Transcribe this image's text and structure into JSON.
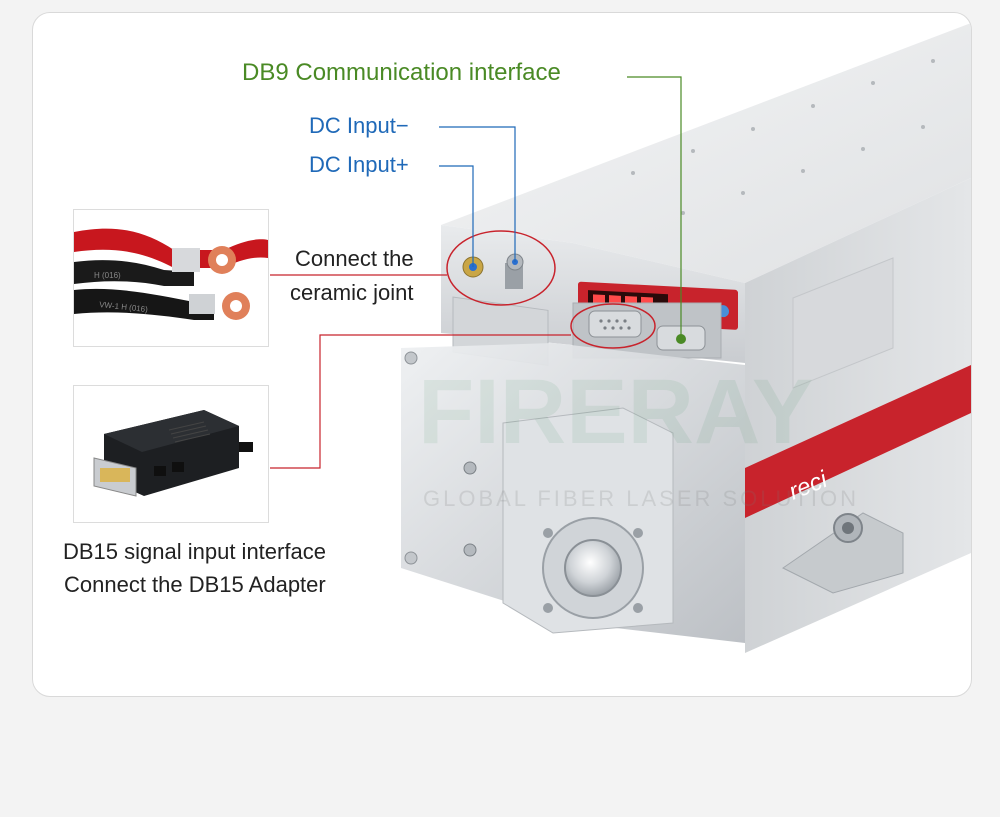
{
  "labels": {
    "db9": "DB9 Communication interface",
    "dc_minus": "DC Input−",
    "dc_plus": "DC Input+",
    "ceramic_line1": "Connect the",
    "ceramic_line2": "ceramic joint",
    "db15_line1": "DB15 signal input interface",
    "db15_line2": "Connect the DB15 Adapter"
  },
  "product": {
    "brand": "reci",
    "watermark_main": "FIRERAY",
    "watermark_sub": "GLOBAL FIBER LASER SOLUTION",
    "cable_print_1": "VW-1 H (016)",
    "cable_print_2": "H (016)"
  },
  "colors": {
    "green_label": "#4a8a25",
    "blue_label": "#1f69b8",
    "red_accent": "#c8232c"
  }
}
